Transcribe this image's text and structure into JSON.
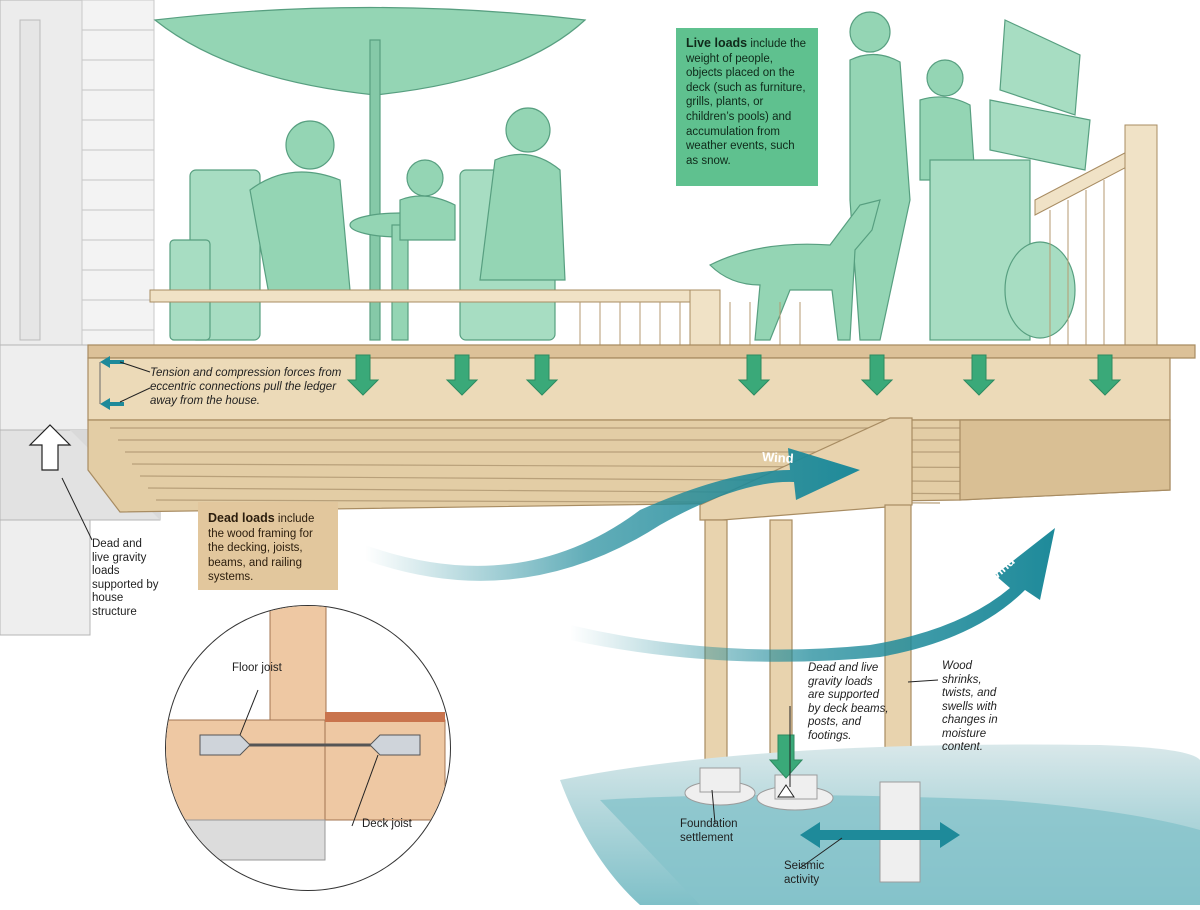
{
  "labels": {
    "live_title": "Live loads",
    "live_body": "include the weight of people, objects placed on the deck (such as furniture, grills, plants, or children’s pools) and accumulation from weather events, such as snow.",
    "dead_title": "Dead loads",
    "dead_body": "include the wood framing for the decking, joists, beams, and railing systems.",
    "tension": "Tension and compression forces from eccentric connections pull the ledger away from the house.",
    "house_gravity": "Dead and live gravity loads supported by house structure",
    "deck_gravity": "Dead and live gravity loads are supported by deck beams, posts, and footings.",
    "wood_shrink": "Wood shrinks, twists, and swells with changes in moisture content.",
    "foundation": "Foundation settlement",
    "seismic": "Seismic activity",
    "floor_joist": "Floor joist",
    "deck_joist": "Deck joist",
    "wind_1": "Wind",
    "wind_2": "Wind"
  },
  "colors": {
    "people": "#8fd3b0",
    "people_line": "#4f9a7a",
    "wood": "#e8d3ae",
    "wood_line": "#a88c62",
    "wind": "#1e8a9a",
    "arrow": "#3aa979",
    "water": "#8fc9cf",
    "siding": "#e3e3e3"
  }
}
